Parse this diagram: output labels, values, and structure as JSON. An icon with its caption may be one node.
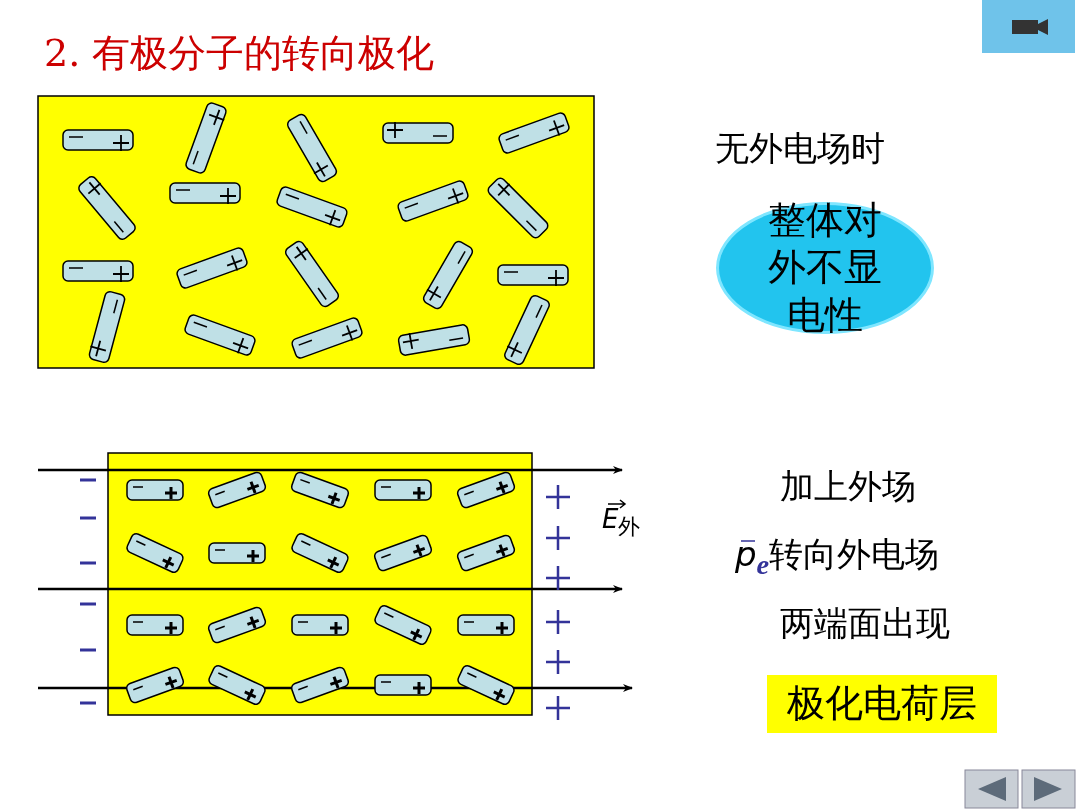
{
  "diagram": {
    "title": "2. 有极分子的转向极化",
    "nodes": [
      {
        "text": [
          "整体对外不显电性"
        ]
      },
      {
        "text": [
          "极化电荷层"
        ]
      }
    ],
    "labels": [
      "无外电场时",
      "*E*$_{外}$",
      "加上外场",
      "*p*$_{e}$转向外电场",
      "两端面出现"
    ]
  }
}
